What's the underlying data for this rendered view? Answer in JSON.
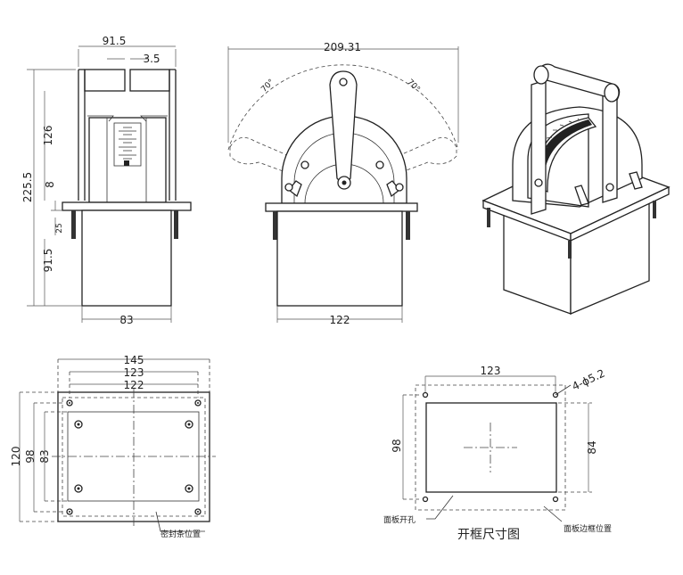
{
  "front_view": {
    "dims": {
      "top_width": "91.5",
      "top_gap": "3.5",
      "total_height": "225.5",
      "upper_height": "126",
      "flange_thickness": "8",
      "flange_gap": "25",
      "lower_height": "91.5",
      "box_width": "83"
    }
  },
  "side_view": {
    "dims": {
      "swing_width": "209.31",
      "angle_left": "70°",
      "angle_right": "70°",
      "box_width": "122"
    }
  },
  "plate_view": {
    "dims": {
      "outer_width": "145",
      "mid_width": "123",
      "inner_width": "122",
      "outer_height": "120",
      "mid_height": "98",
      "inner_height": "83"
    },
    "seal_label": "密封条位置"
  },
  "cutout_view": {
    "dims": {
      "hole_spacing_w": "123",
      "holes": "4-ϕ5.2",
      "hole_spacing_h": "98",
      "cutout_height": "84"
    },
    "panel_hole_label": "面板开孔",
    "panel_edge_label": "面板边框位置",
    "title": "开框尺寸图"
  }
}
